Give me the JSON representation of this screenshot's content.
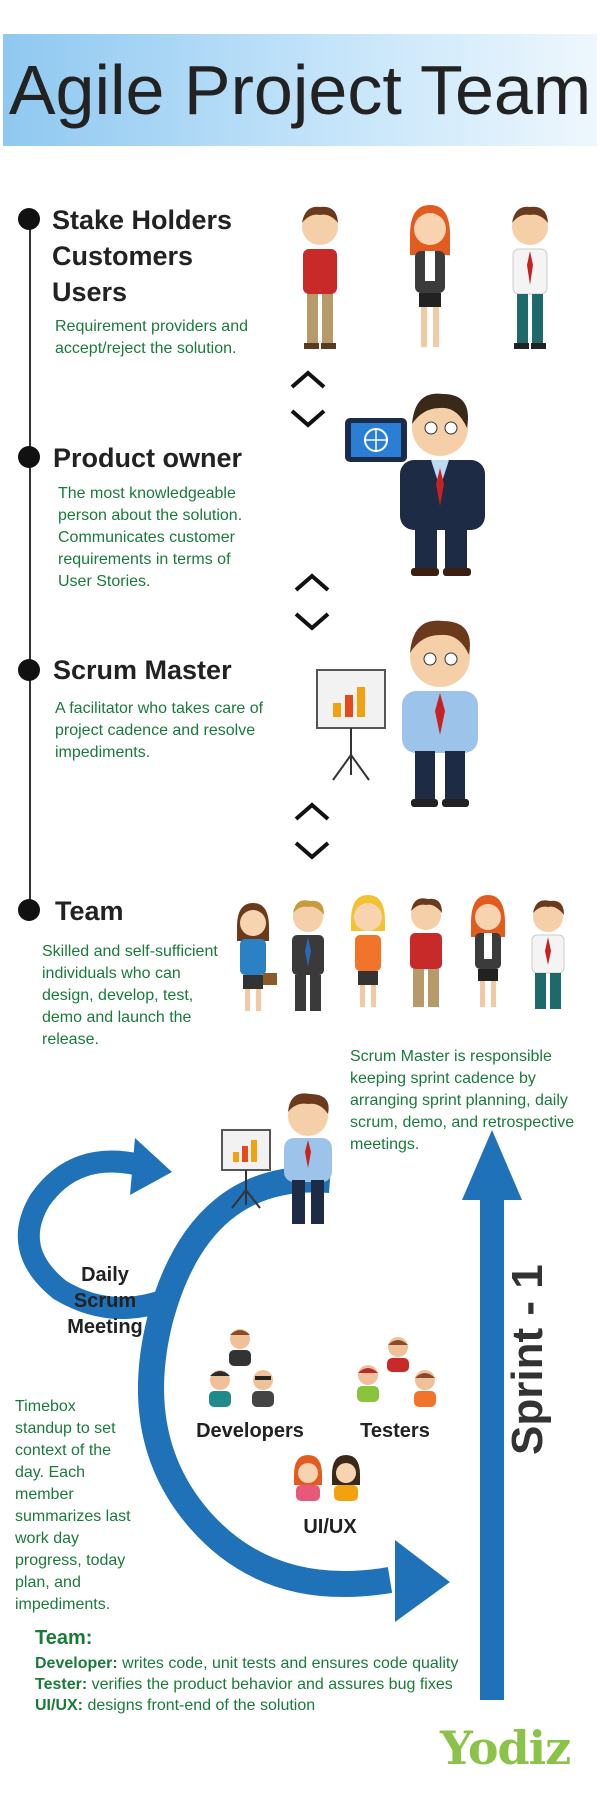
{
  "title": "Agile Project Team",
  "stakeholders": {
    "heading_lines": [
      "Stake Holders",
      "Customers",
      "Users"
    ],
    "desc_lines": [
      "Requirement providers and",
      "accept/reject the solution."
    ]
  },
  "product_owner": {
    "heading": "Product owner",
    "desc_lines": [
      "The most knowledgeable",
      "person about the solution.",
      "Communicates customer",
      "requirements in terms of",
      "User Stories."
    ]
  },
  "scrum_master": {
    "heading": "Scrum Master",
    "desc_lines": [
      "A facilitator who takes care of",
      "project cadence and resolve",
      "impediments."
    ]
  },
  "team": {
    "heading": "Team",
    "desc_lines": [
      "Skilled and self-sufficient",
      "individuals who can",
      "design, develop, test,",
      "demo and launch the",
      "release."
    ]
  },
  "sprint": {
    "scrum_note_lines": [
      "Scrum Master is responsible",
      "keeping sprint cadence by",
      "arranging sprint planning, daily",
      "scrum, demo, and retrospective",
      "meetings."
    ],
    "daily_lines": [
      "Daily",
      "Scrum",
      "Meeting"
    ],
    "timebox_lines": [
      "Timebox",
      "standup to set",
      "context of the",
      "day. Each",
      "member",
      "summarizes last",
      "work day",
      "progress, today",
      "plan, and",
      "impediments."
    ],
    "developers": "Developers",
    "testers": "Testers",
    "uiux": "UI/UX",
    "sprint_label": "Sprint - 1"
  },
  "legend": {
    "heading": "Team:",
    "items": [
      {
        "role": "Developer:",
        "text": " writes code, unit tests and ensures code quality"
      },
      {
        "role": "Tester:",
        "text": " verifies the product behavior and assures bug fixes"
      },
      {
        "role": "UI/UX:",
        "text": " designs front-end of the solution"
      }
    ]
  },
  "brand": "Yodiz",
  "colors": {
    "accent_blue": "#1f72b8",
    "text_green": "#1a7a3a",
    "banner_blue": "#8fc8f0"
  }
}
